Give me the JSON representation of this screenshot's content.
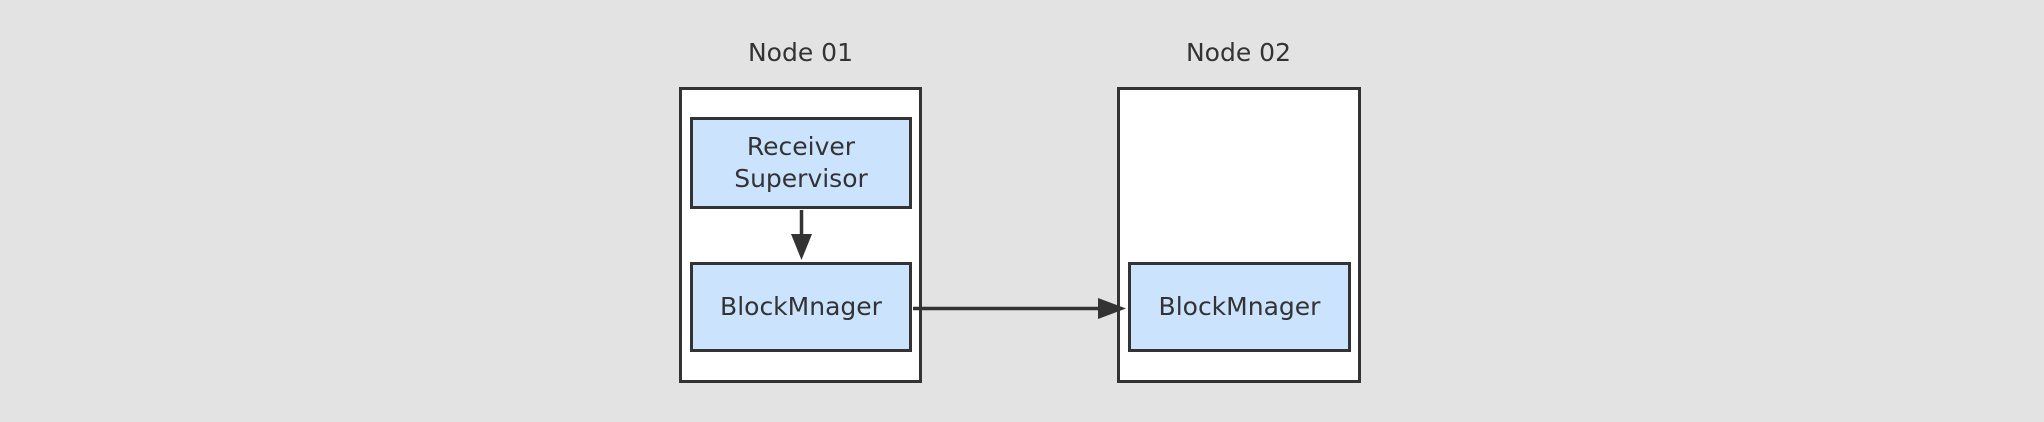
{
  "nodes": [
    {
      "title": "Node 01",
      "blocks": {
        "receiver_supervisor": [
          "Receiver",
          "Supervisor"
        ],
        "block_manager": "BlockMnager"
      }
    },
    {
      "title": "Node 02",
      "blocks": {
        "block_manager": "BlockMnager"
      }
    }
  ],
  "colors": {
    "background": "#e3e3e3",
    "frame_fill": "#ffffff",
    "block_fill": "#cce3fd",
    "stroke": "#333333"
  }
}
